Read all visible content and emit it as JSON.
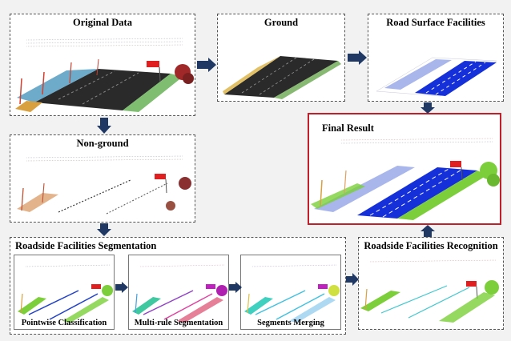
{
  "panels": {
    "original_data": "Original Data",
    "ground": "Ground",
    "road_surface_facilities": "Road Surface Facilities",
    "non_ground": "Non-ground",
    "final_result": "Final Result",
    "roadside_segmentation": "Roadside Facilities Segmentation",
    "roadside_recognition": "Roadside Facilities Recognition"
  },
  "subpanels": {
    "pointwise": "Pointwise Classification",
    "multirule": "Multi-rule Segmentation",
    "merging": "Segments Merging"
  },
  "colors": {
    "final_border": "#c0202a",
    "arrow": "#1f3864",
    "road_blue": "#1530d8",
    "vegetation_green": "#7ccf3a"
  }
}
